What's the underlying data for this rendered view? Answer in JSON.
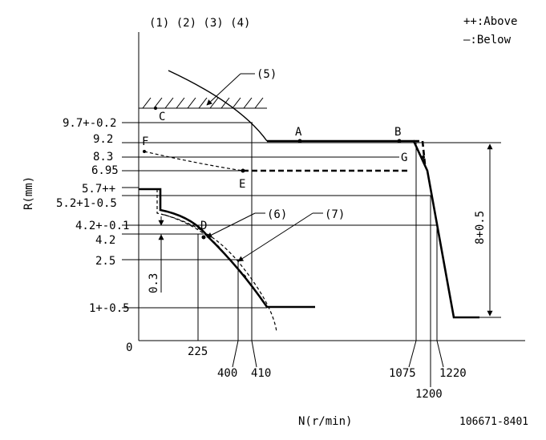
{
  "header": {
    "notes": "(1) (2) (3) (4)",
    "legend_above": "++:Above",
    "legend_below": "—:Below"
  },
  "axes": {
    "ylabel": "R(mm)",
    "xlabel": "N(r/min)",
    "origin": "0"
  },
  "drawing_number": "106671-8401",
  "y_labels": {
    "r97": "9.7+-0.2",
    "r92": "9.2",
    "r83": "8.3",
    "r695": "6.95",
    "r57": "5.7++",
    "r52": "5.2+1-0.5",
    "r42a": "4.2+-0.1",
    "r42": "4.2",
    "r25": "2.5",
    "r1": "1+-0.5"
  },
  "x_labels": {
    "n225": "225",
    "n400": "400",
    "n410": "410",
    "n1075": "1075",
    "n1200": "1200",
    "n1220": "1220"
  },
  "points": {
    "A": "A",
    "B": "B",
    "C": "C",
    "D": "D",
    "E": "E",
    "F": "F",
    "G": "G"
  },
  "callouts": {
    "c5": "(5)",
    "c6": "(6)",
    "c7": "(7)"
  },
  "dimensions": {
    "d03": "0.3",
    "d8": "8+0.5"
  }
}
